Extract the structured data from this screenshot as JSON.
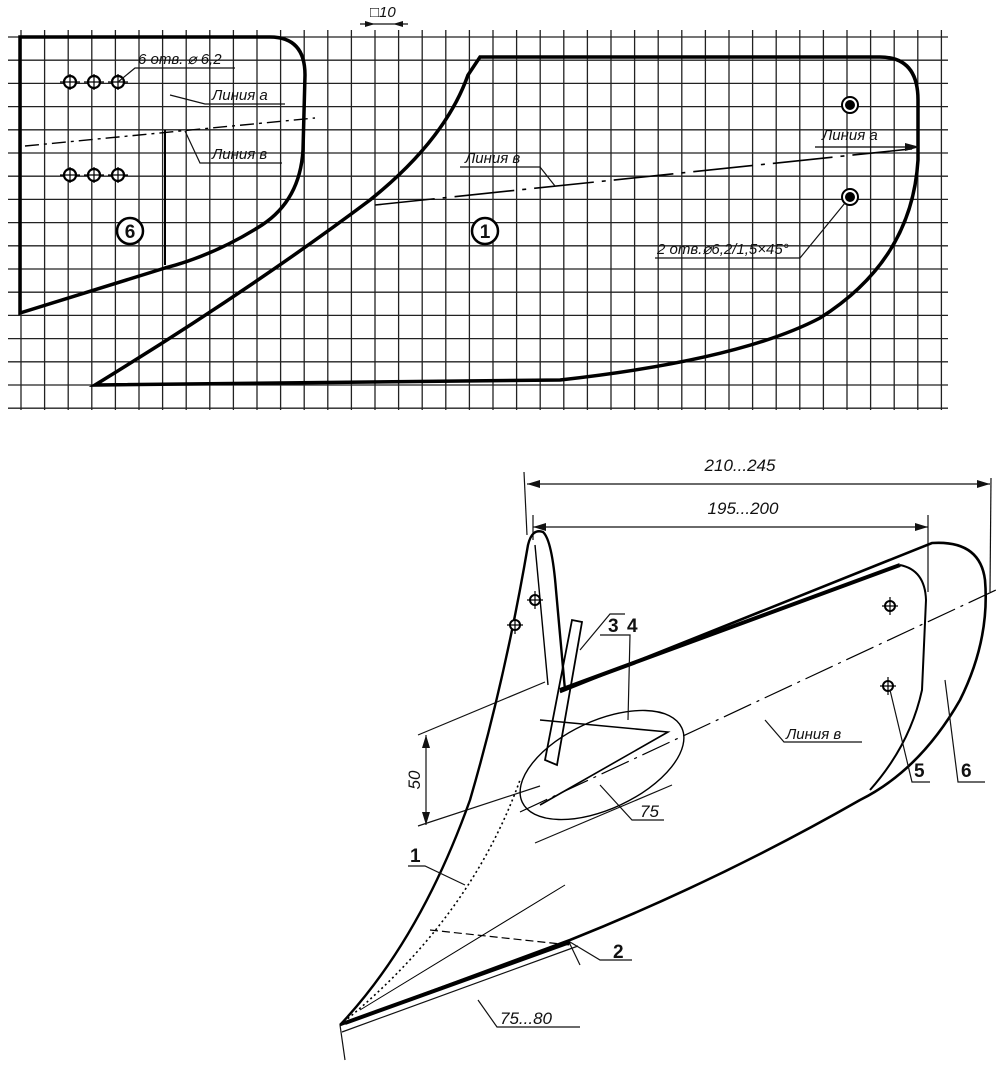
{
  "top_view": {
    "scale_label": "□10",
    "part6": {
      "id": "6",
      "holes_note": "6 отв. ⌀ 6,2",
      "line_a": "Линия а",
      "line_v": "Линия в"
    },
    "part1": {
      "id": "1",
      "line_v": "Линия в",
      "line_a": "Линия а",
      "holes_note": "2 отв.⌀6,2/1,5×45°"
    }
  },
  "assembly_view": {
    "dim_overall": "210...245",
    "dim_inner": "195...200",
    "dim_height": "50",
    "dim_75": "75",
    "dim_blade": "75...80",
    "line_v": "Линия в",
    "callouts": [
      "1",
      "2",
      "3",
      "4",
      "5",
      "6"
    ]
  }
}
